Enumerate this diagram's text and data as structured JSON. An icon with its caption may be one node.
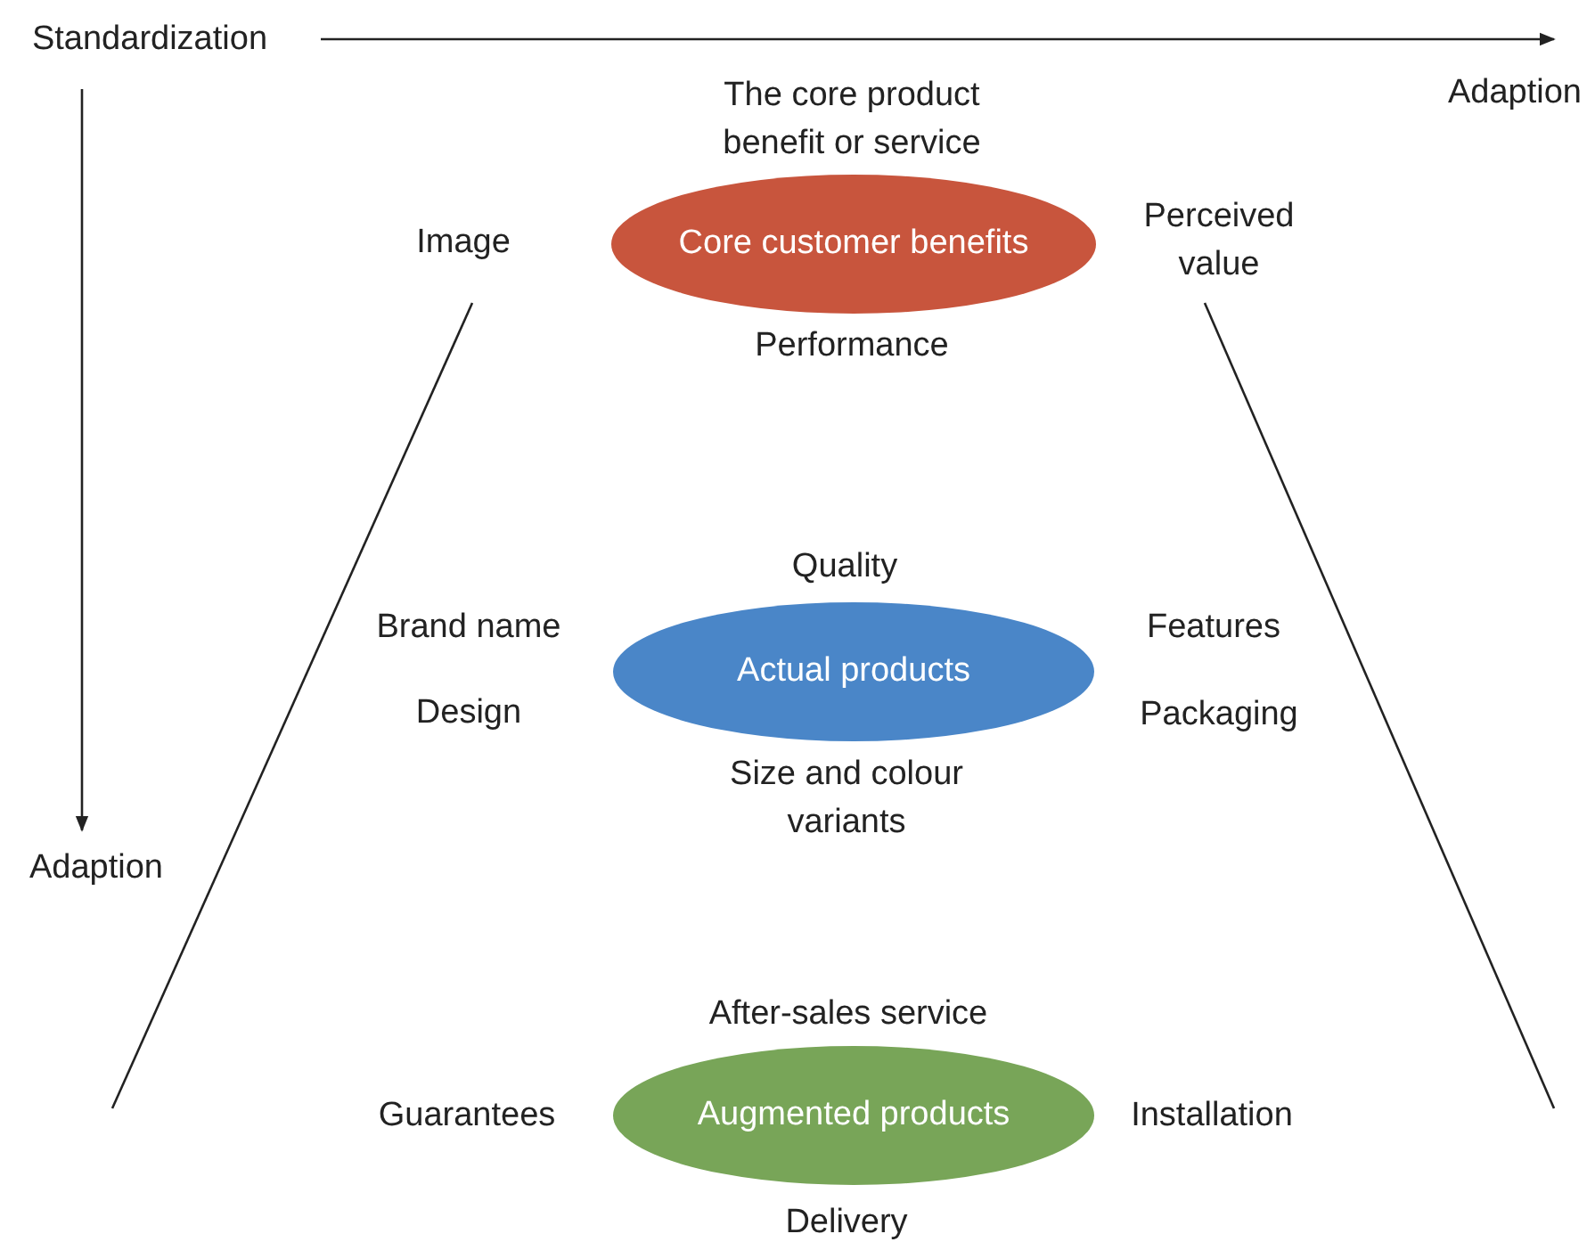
{
  "diagram": {
    "nodes": [
      {
        "text": [
          "Core customer benefits"
        ]
      },
      {
        "text": [
          "Actual products"
        ]
      },
      {
        "text": [
          "Augmented products"
        ]
      }
    ],
    "edges": [],
    "labels": [
      "Standardization",
      "Adaption",
      "The core product benefit or service",
      "Image",
      "Perceived value",
      "Performance",
      "Quality",
      "Brand name",
      "Features",
      "Design",
      "Packaging",
      "Size and colour variants",
      "Adaption",
      "After-sales service",
      "Guarantees",
      "Installation",
      "Delivery"
    ]
  }
}
